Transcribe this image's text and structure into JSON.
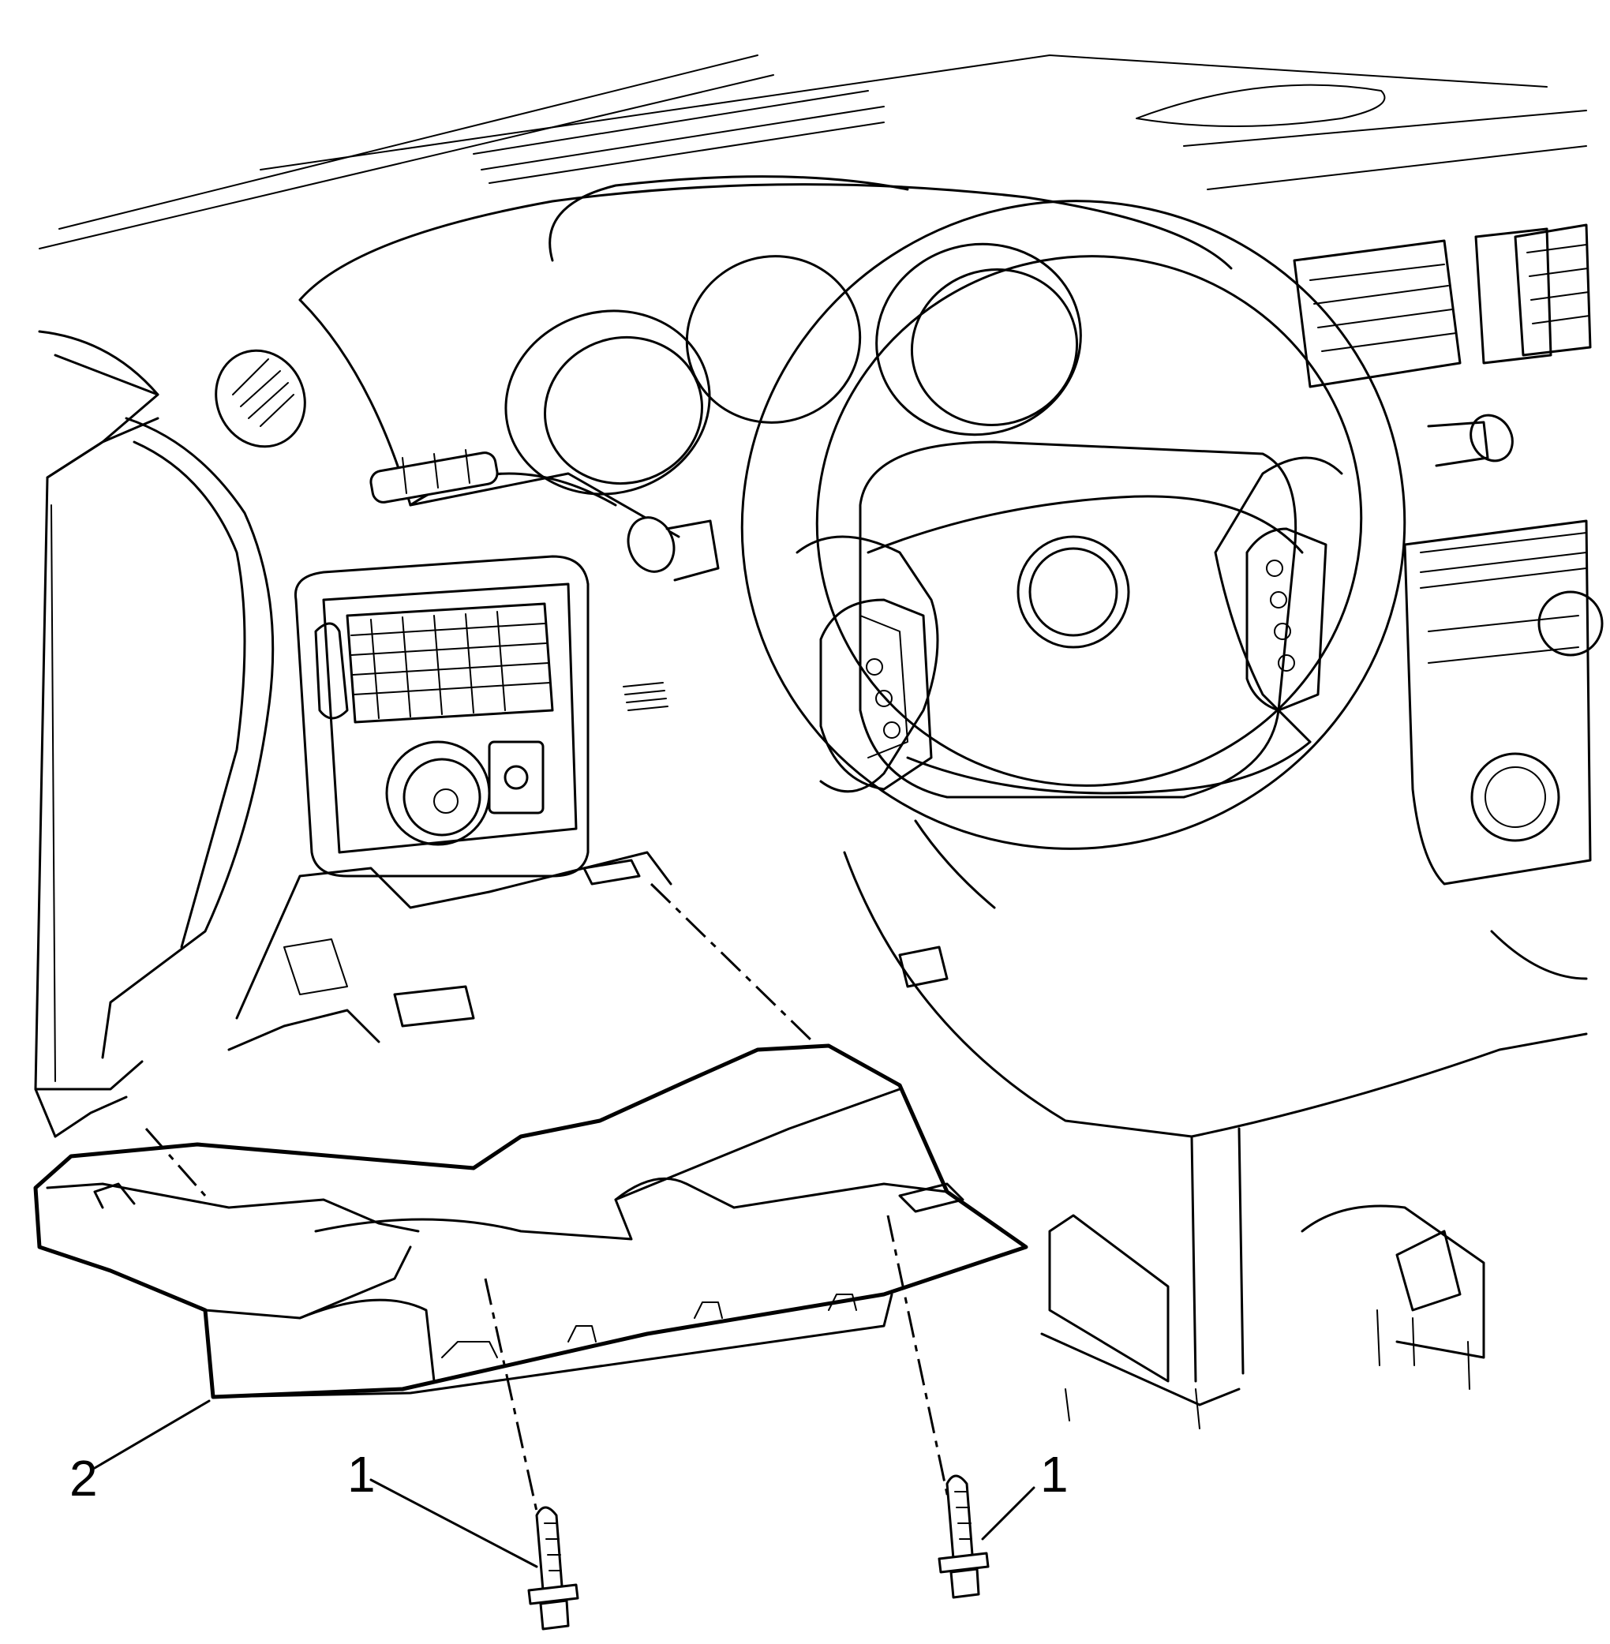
{
  "figure": {
    "callouts": [
      {
        "id": "fastener-left",
        "label": "1",
        "part": "push-pin-retainer"
      },
      {
        "id": "fastener-right",
        "label": "1",
        "part": "push-pin-retainer"
      },
      {
        "id": "panel",
        "label": "2",
        "part": "knee-bolster-panel"
      }
    ]
  }
}
